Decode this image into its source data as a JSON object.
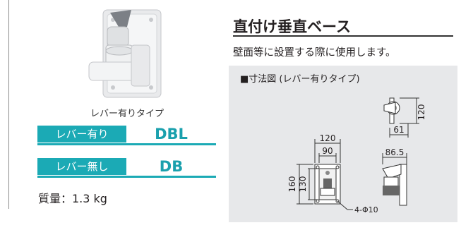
{
  "product": {
    "caption": "レバー有りタイプ",
    "variants": [
      {
        "label": "レバー有り",
        "code": "DBL"
      },
      {
        "label": "レバー無し",
        "code": "DB"
      }
    ],
    "mass": "質量：1.3 kg"
  },
  "header": {
    "title": "直付け垂直ベース",
    "description": "壁面等に設置する際に使用します。"
  },
  "drawing": {
    "title": "■寸法図 (レバー有りタイプ)",
    "dims": {
      "top_height": "120",
      "top_depth": "61",
      "front_width_outer": "120",
      "front_width_inner": "90",
      "front_height_outer": "160",
      "front_height_inner": "130",
      "side_depth": "86.5",
      "holes": "4-Φ10"
    }
  },
  "colors": {
    "accent": "#1baab5",
    "panel": "#e7e8ea"
  }
}
